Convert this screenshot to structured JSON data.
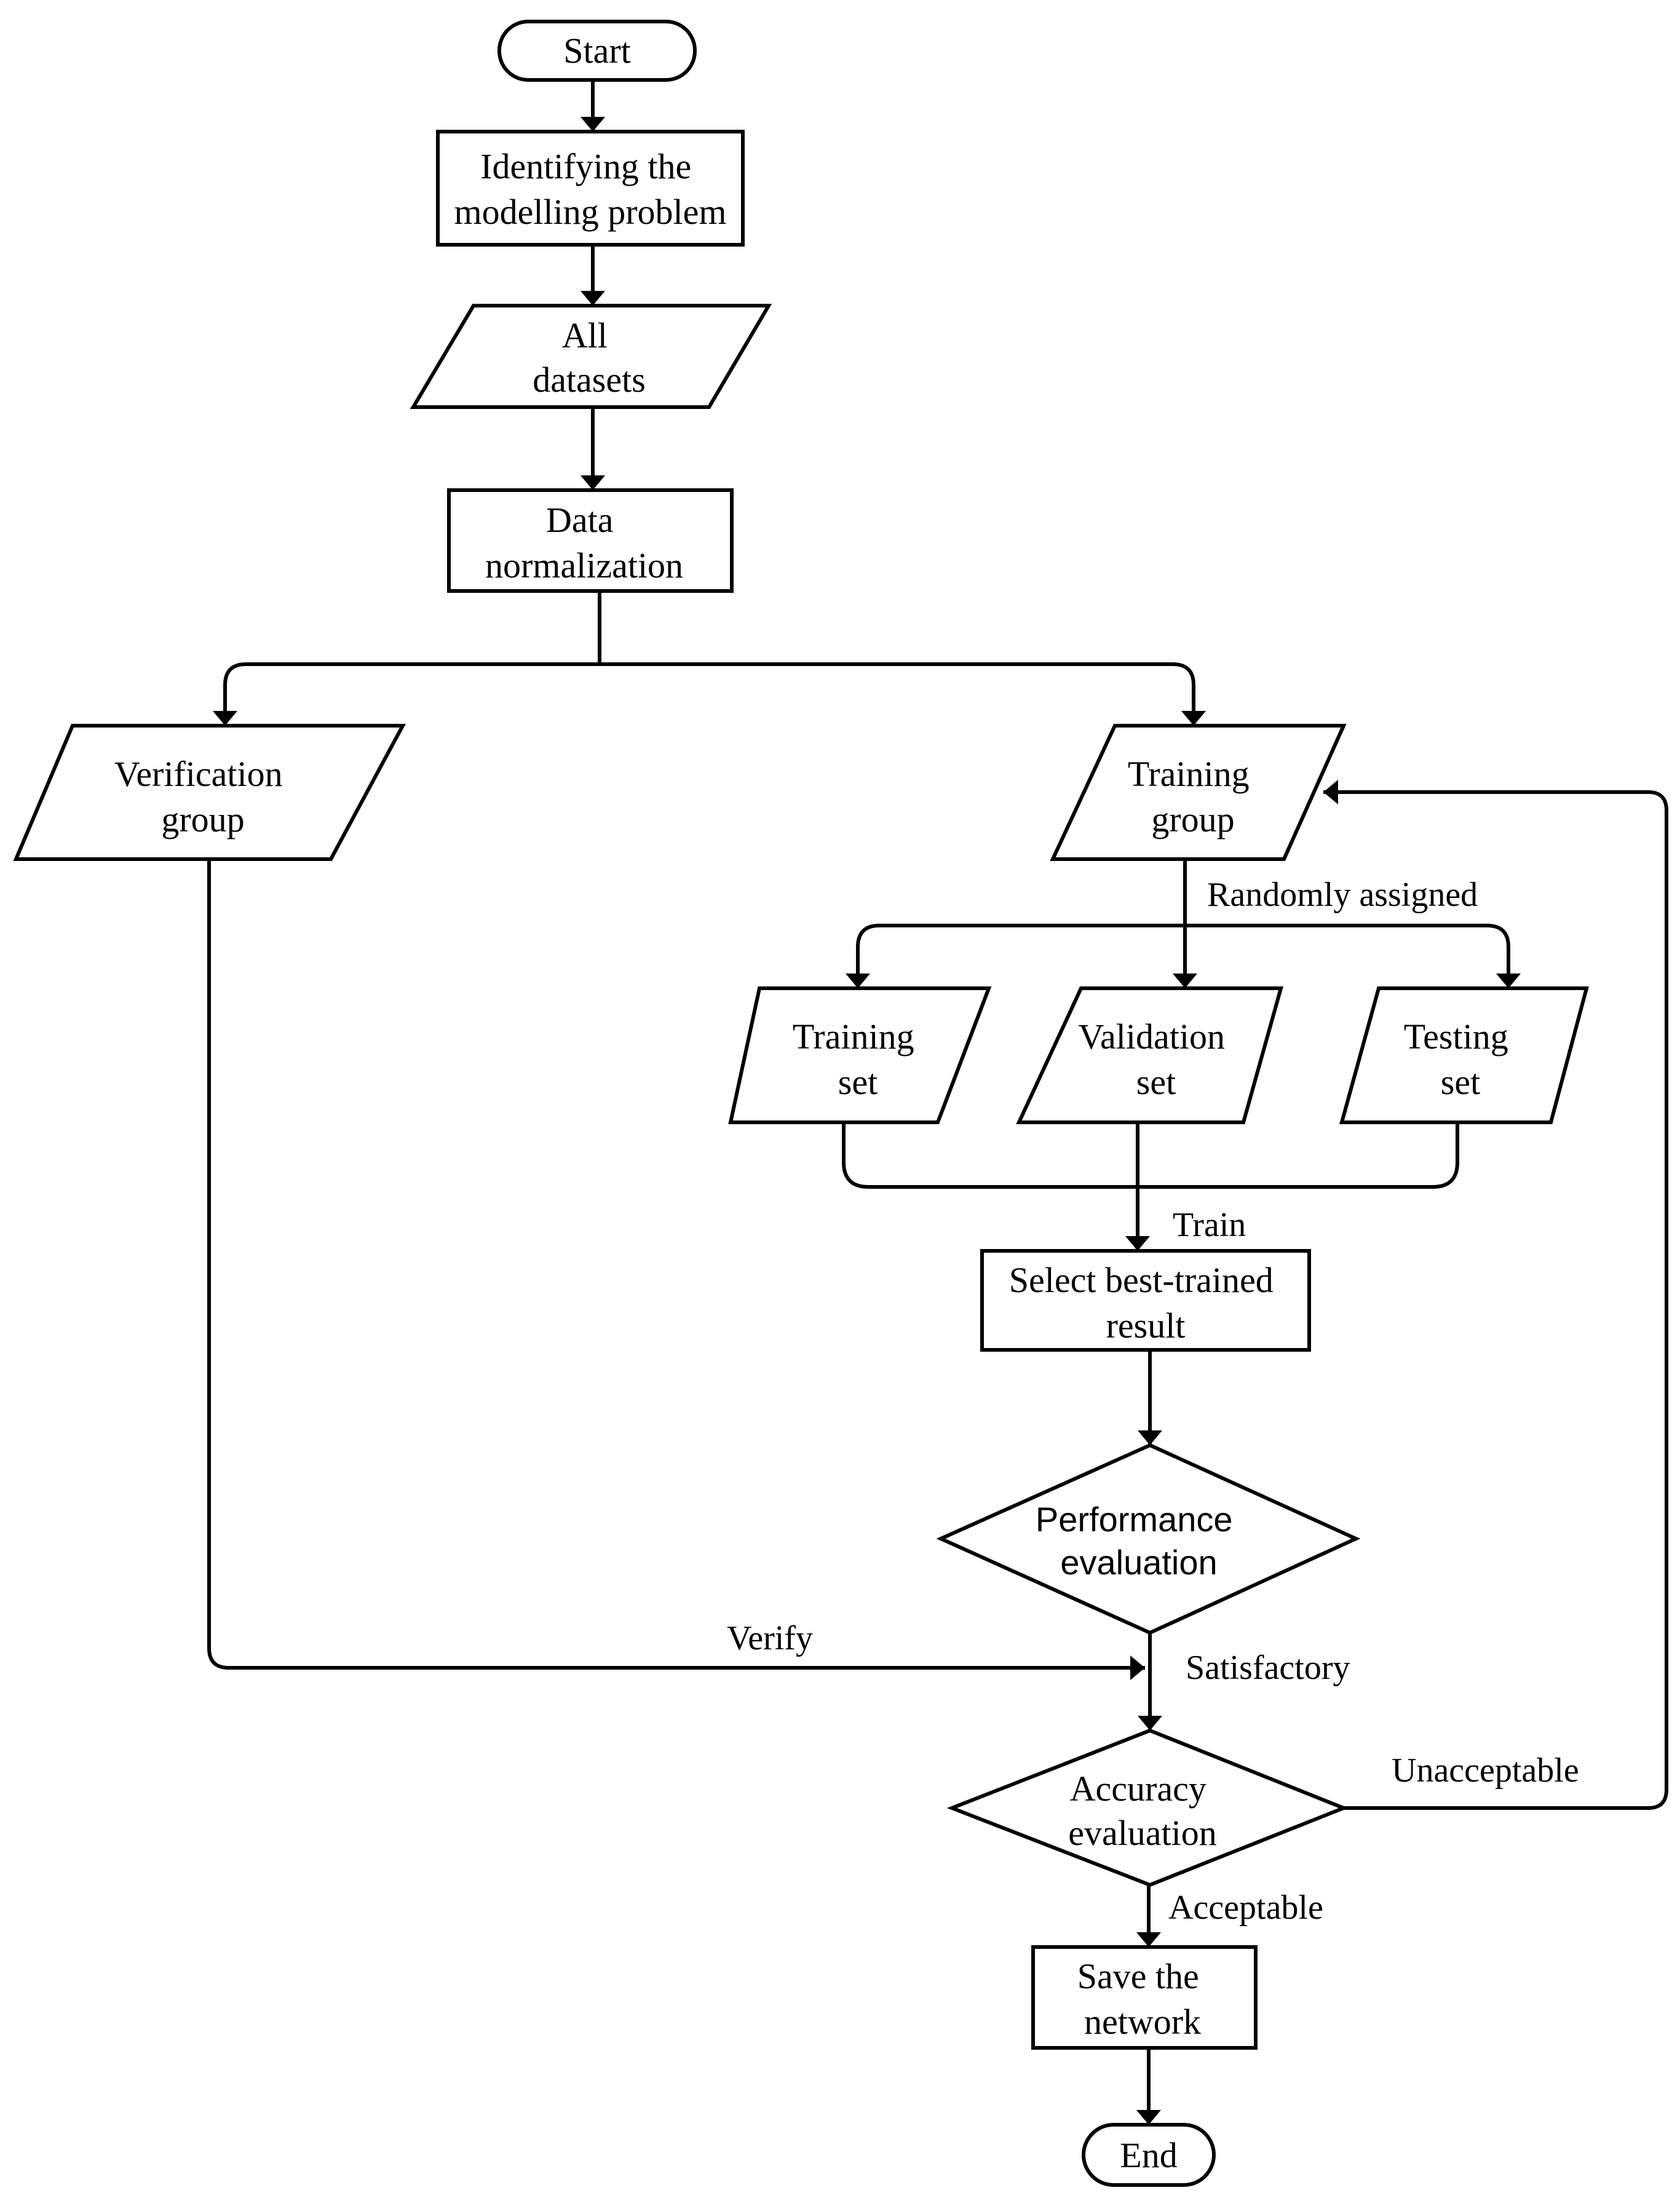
{
  "diagram": {
    "nodes": {
      "start": {
        "text": "Start"
      },
      "identify": {
        "line1": "Identifying the",
        "line2": "modelling problem"
      },
      "datasets": {
        "line1": "All",
        "line2": "datasets"
      },
      "normalize": {
        "line1": "Data",
        "line2": "normalization"
      },
      "verification": {
        "line1": "Verification",
        "line2": "group"
      },
      "training_group": {
        "line1": "Training",
        "line2": "group"
      },
      "training_set": {
        "line1": "Training",
        "line2": "set"
      },
      "validation_set": {
        "line1": "Validation",
        "line2": "set"
      },
      "testing_set": {
        "line1": "Testing",
        "line2": "set"
      },
      "select_best": {
        "line1": "Select best-trained",
        "line2": "result"
      },
      "performance": {
        "line1": "Performance",
        "line2": "evaluation"
      },
      "accuracy": {
        "line1": "Accuracy",
        "line2": "evaluation"
      },
      "save": {
        "line1": "Save the",
        "line2": "network"
      },
      "end": {
        "text": "End"
      }
    },
    "edge_labels": {
      "randomly_assigned": "Randomly assigned",
      "train": "Train",
      "verify": "Verify",
      "satisfactory": "Satisfactory",
      "unacceptable": "Unacceptable",
      "acceptable": "Acceptable"
    }
  }
}
